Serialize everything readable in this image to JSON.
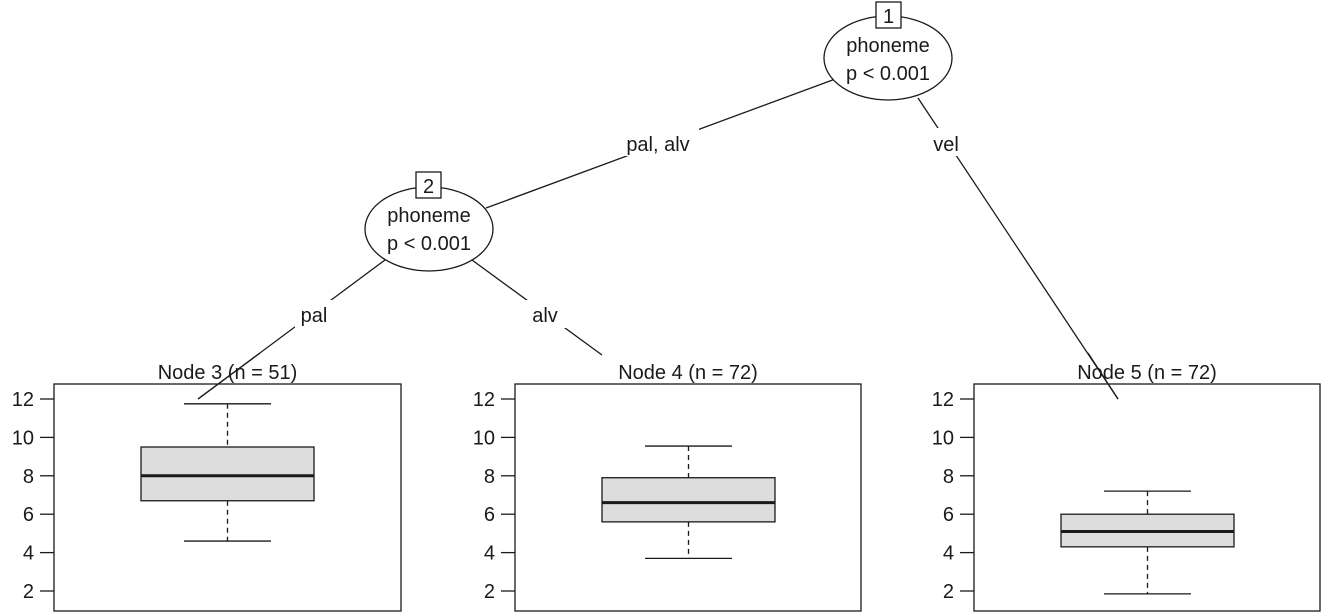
{
  "title": "Conditional inference tree: phoneme split",
  "colors": {
    "box_fill": "#dddddd",
    "line": "#1a1a1a",
    "background": "#ffffff"
  },
  "inner_nodes": [
    {
      "id": "1",
      "variable": "phoneme",
      "pvalue": "p < 0.001"
    },
    {
      "id": "2",
      "variable": "phoneme",
      "pvalue": "p < 0.001"
    }
  ],
  "edges": [
    {
      "from": "1",
      "to": "2",
      "label": "pal, alv"
    },
    {
      "from": "1",
      "to": "5",
      "label": "vel"
    },
    {
      "from": "2",
      "to": "3",
      "label": "pal"
    },
    {
      "from": "2",
      "to": "4",
      "label": "alv"
    }
  ],
  "chart_data": {
    "type": "boxplot",
    "title": "Terminal node distributions",
    "ylabel": "",
    "ylim": [
      1.2,
      13.0
    ],
    "yticks": [
      2,
      4,
      6,
      8,
      10,
      12
    ],
    "ytick_labels": [
      "2",
      "4",
      "6",
      "8",
      "10",
      "12"
    ],
    "panels": [
      {
        "node": "3",
        "title": "Node 3 (n = 51)",
        "n": 51,
        "lower_whisker": 4.6,
        "q1": 6.7,
        "median": 8.0,
        "q3": 9.5,
        "upper_whisker": 11.75
      },
      {
        "node": "4",
        "title": "Node 4 (n = 72)",
        "n": 72,
        "lower_whisker": 3.7,
        "q1": 5.6,
        "median": 6.6,
        "q3": 7.9,
        "upper_whisker": 9.55
      },
      {
        "node": "5",
        "title": "Node 5 (n = 72)",
        "n": 72,
        "lower_whisker": 1.85,
        "q1": 4.3,
        "median": 5.1,
        "q3": 6.0,
        "upper_whisker": 7.2
      }
    ]
  }
}
